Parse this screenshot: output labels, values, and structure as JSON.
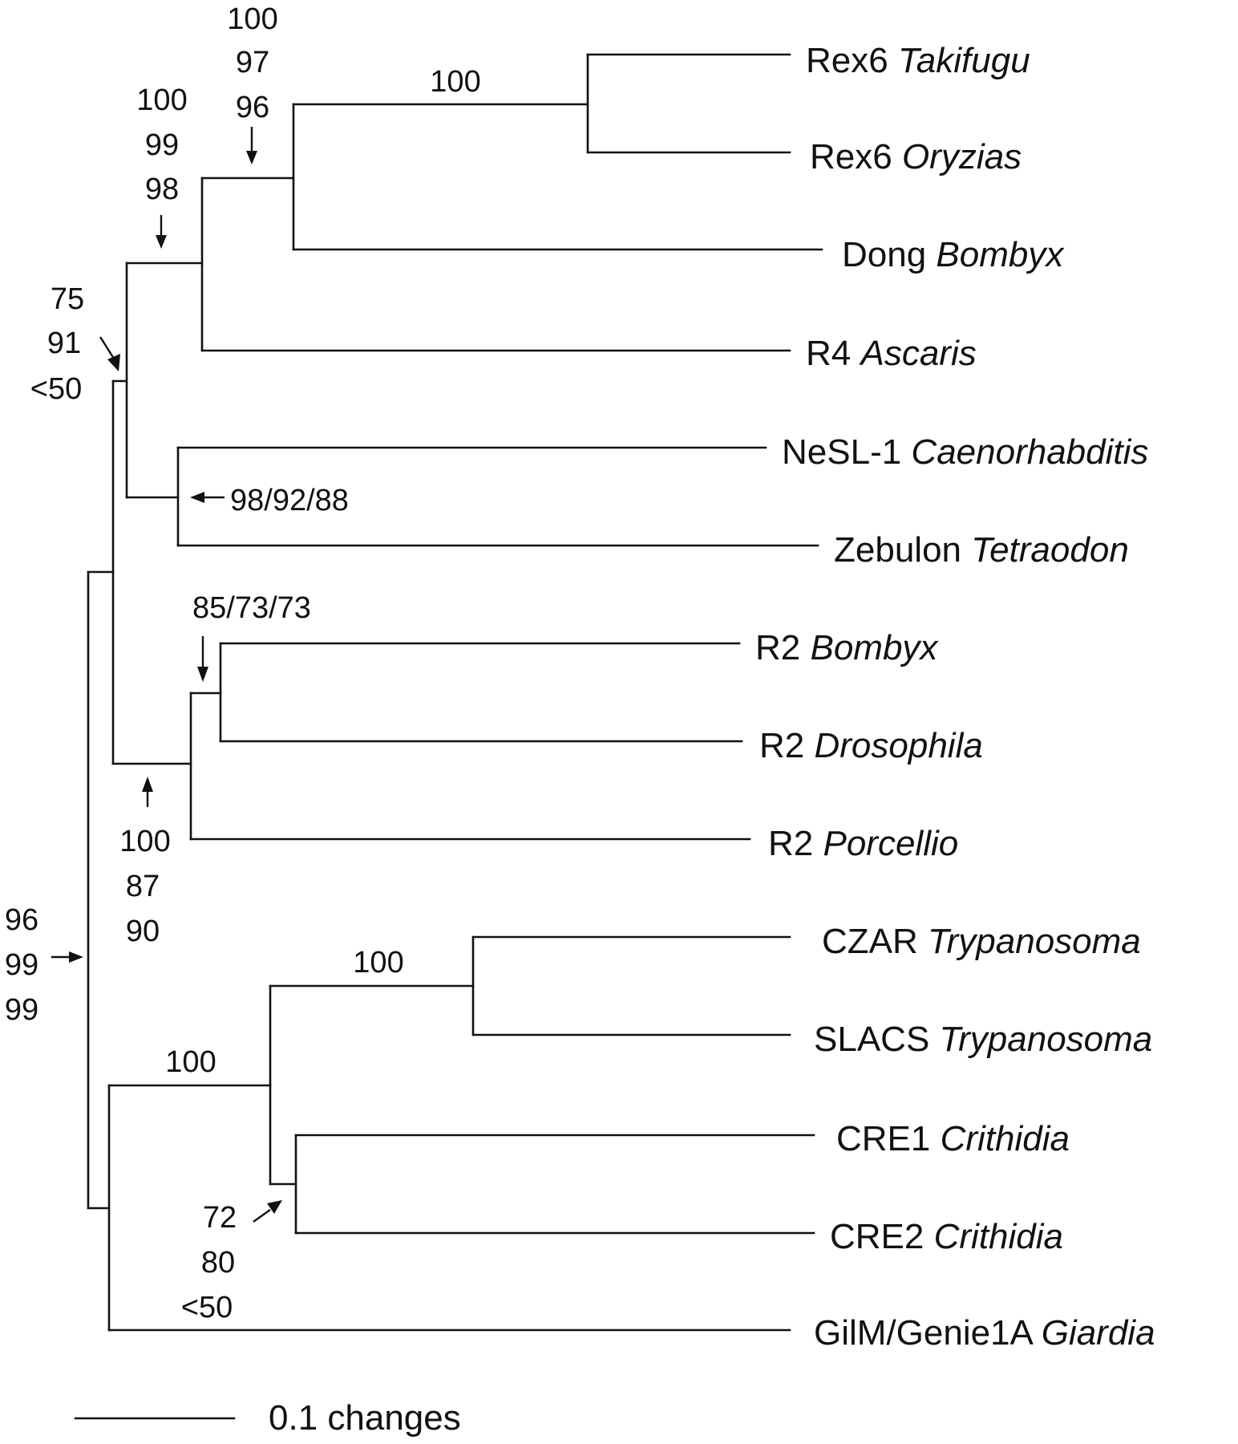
{
  "taxa": [
    {
      "id": "t1",
      "name": "Rex6",
      "genus": "Takifugu"
    },
    {
      "id": "t2",
      "name": "Rex6",
      "genus": "Oryzias"
    },
    {
      "id": "t3",
      "name": "Dong",
      "genus": "Bombyx"
    },
    {
      "id": "t4",
      "name": "R4",
      "genus": "Ascaris"
    },
    {
      "id": "t5",
      "name": "NeSL-1",
      "genus": "Caenorhabditis"
    },
    {
      "id": "t6",
      "name": "Zebulon",
      "genus": "Tetraodon"
    },
    {
      "id": "t7",
      "name": "R2",
      "genus": "Bombyx"
    },
    {
      "id": "t8",
      "name": "R2",
      "genus": "Drosophila"
    },
    {
      "id": "t9",
      "name": "R2",
      "genus": "Porcellio"
    },
    {
      "id": "t10",
      "name": "CZAR",
      "genus": "Trypanosoma"
    },
    {
      "id": "t11",
      "name": "SLACS",
      "genus": "Trypanosoma"
    },
    {
      "id": "t12",
      "name": "CRE1",
      "genus": "Crithidia"
    },
    {
      "id": "t13",
      "name": "CRE2",
      "genus": "Crithidia"
    },
    {
      "id": "t14",
      "name": "GilM/Genie1A",
      "genus": "Giardia"
    }
  ],
  "support": {
    "rex6_clade": [
      "100"
    ],
    "rex6_dong": [
      "100",
      "97",
      "96"
    ],
    "rex6_dong_r4": [
      "100",
      "99",
      "98"
    ],
    "upper_group": [
      "75",
      "91",
      "<50"
    ],
    "nesl_zebulon": [
      "98/92/88"
    ],
    "r2_bombyx_drosophila": [
      "85/73/73"
    ],
    "r2_clade": [
      "100",
      "87",
      "90"
    ],
    "root": [
      "96",
      "99",
      "99"
    ],
    "czar_slacs": [
      "100"
    ],
    "trypanosomatid_clade": [
      "100"
    ],
    "cre_clade": [
      "72",
      "80",
      "<50"
    ]
  },
  "scale_bar": {
    "label": "0.1 changes"
  }
}
